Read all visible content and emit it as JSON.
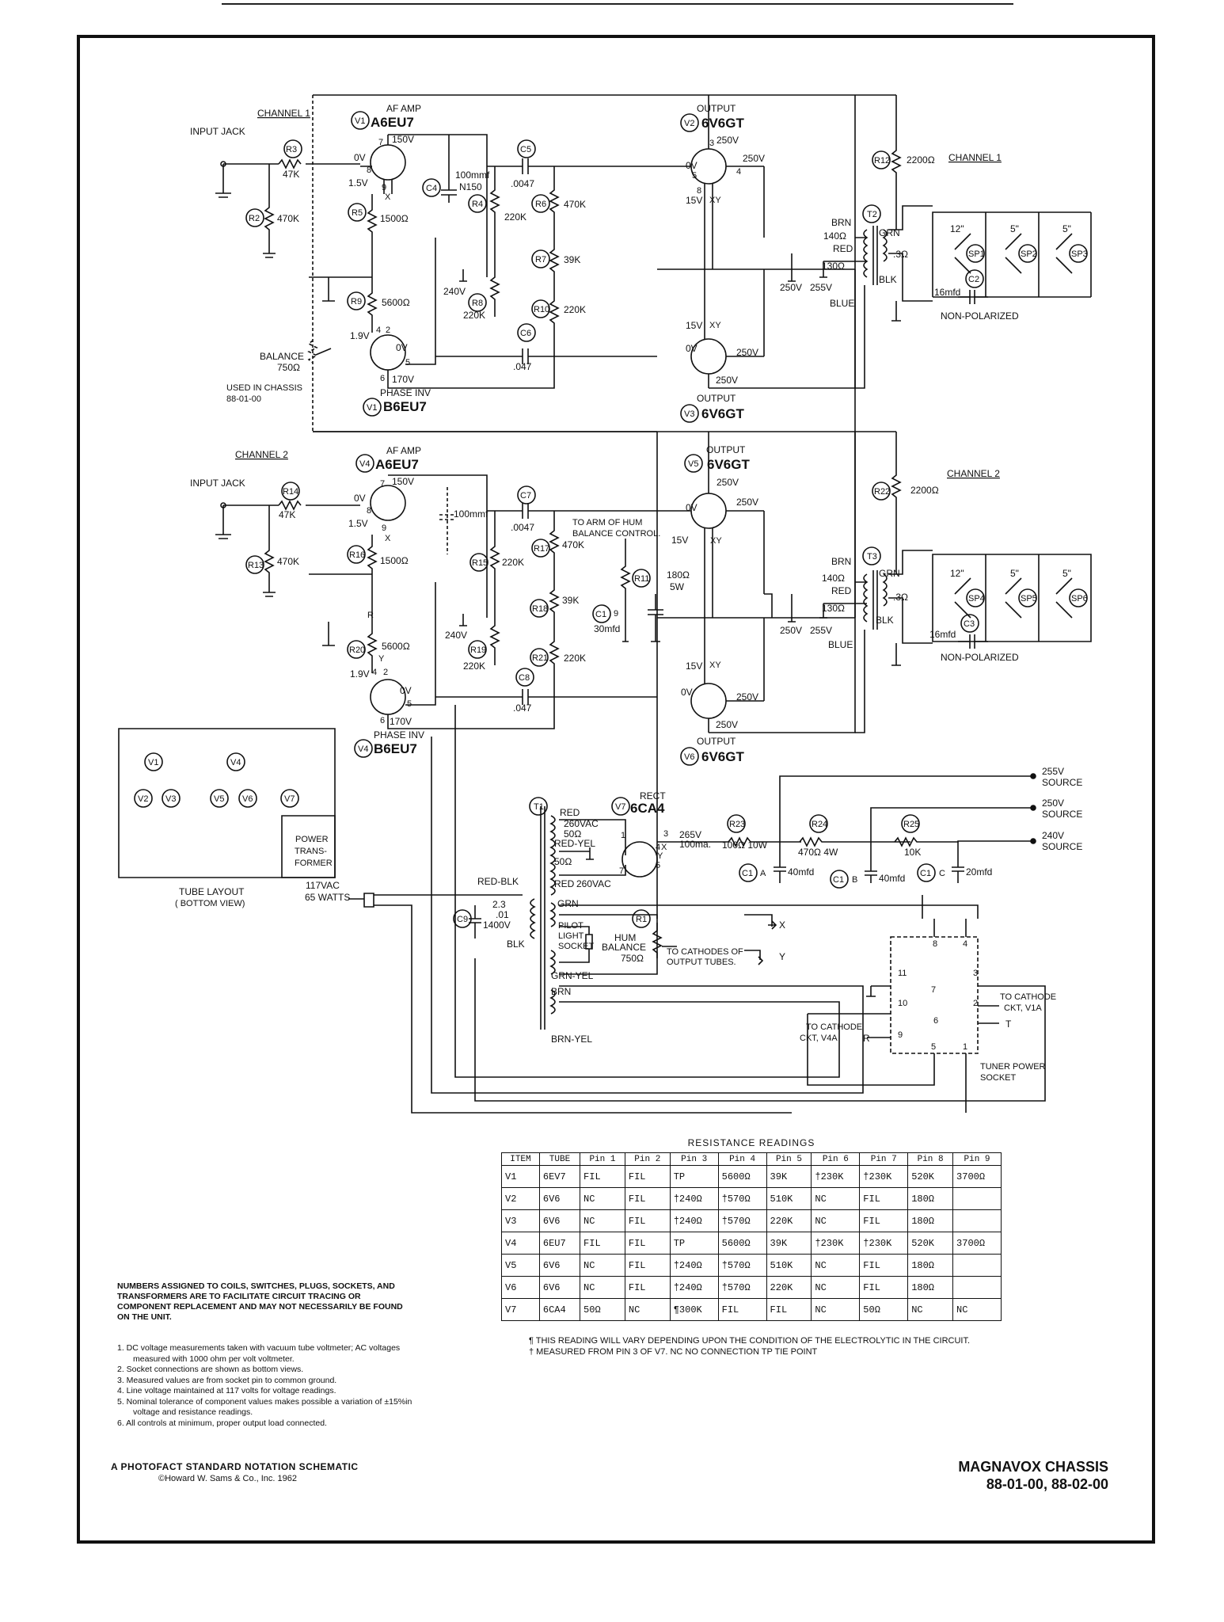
{
  "labels": {
    "channel1": "CHANNEL 1",
    "channel2": "CHANNEL 2",
    "input_jack1": "INPUT JACK",
    "input_jack2": "INPUT JACK",
    "af_amp1": "AF AMP",
    "af_amp2": "AF AMP",
    "tube_v1a": "A6EU7",
    "tube_v4a": "A6EU7",
    "phase_inv1": "PHASE INV",
    "phase_inv2": "PHASE INV",
    "tube_v1b": "B6EU7",
    "tube_v4b": "B6EU7",
    "output": "OUTPUT",
    "tube_6v6": "6V6GT",
    "rect": "RECT",
    "tube_6ca4": "6CA4",
    "balance": "BALANCE",
    "balance_val": "750Ω",
    "used_in_chassis": "USED IN CHASSIS",
    "used_in_chassis2": "88-01-00",
    "to_arm": "TO ARM OF HUM",
    "to_arm2": "BALANCE CONTROL.",
    "non_polarized": "NON-POLARIZED",
    "tube_layout": "TUBE LAYOUT",
    "bottom_view": "( BOTTOM VIEW)",
    "power_transformer": [
      "POWER",
      "TRANS-",
      "FORMER"
    ],
    "line_voltage": "117VAC",
    "line_watts": "65 WATTS",
    "pilot": [
      "PILOT",
      "LIGHT",
      "SOCKET"
    ],
    "hum_balance": [
      "HUM",
      "BALANCE"
    ],
    "hum_balance_val": "750Ω",
    "to_cathodes": [
      "TO CATHODES OF",
      "OUTPUT TUBES."
    ],
    "to_cathode_v1a": [
      "TO CATHODE",
      "CKT, V1A"
    ],
    "to_cathode_v4a": [
      "TO CATHODE",
      "CKT, V4A"
    ],
    "tuner_socket": [
      "TUNER POWER",
      "SOCKET"
    ],
    "source_255": [
      "255V",
      "SOURCE"
    ],
    "source_250": [
      "250V",
      "SOURCE"
    ],
    "source_240": [
      "240V",
      "SOURCE"
    ],
    "speakers": [
      "12\"",
      "5\"",
      "5\""
    ]
  },
  "refs": {
    "v1": "V1",
    "v2": "V2",
    "v3": "V3",
    "v4": "V4",
    "v5": "V5",
    "v6": "V6",
    "v7": "V7",
    "r1": "R1",
    "r2": "R2",
    "r3": "R3",
    "r4": "R4",
    "r5": "R5",
    "r6": "R6",
    "r7": "R7",
    "r8": "R8",
    "r9": "R9",
    "r10": "R10",
    "r11": "R11",
    "r12": "R12",
    "r13": "R13",
    "r14": "R14",
    "r15": "R15",
    "r16": "R16",
    "r17": "R17",
    "r18": "R18",
    "r19": "R19",
    "r20": "R20",
    "r21": "R21",
    "r22": "R22",
    "r23": "R23",
    "r24": "R24",
    "r25": "R25",
    "c1": "C1",
    "c2": "C2",
    "c3": "C3",
    "c4": "C4",
    "c5": "C5",
    "c6": "C6",
    "c7": "C7",
    "c8": "C8",
    "c9": "C9",
    "t1": "T1",
    "t2": "T2",
    "t3": "T3",
    "sp1": "SP1",
    "sp2": "SP2",
    "sp3": "SP3",
    "sp4": "SP4",
    "sp5": "SP5",
    "sp6": "SP6"
  },
  "values": {
    "r3": "47K",
    "r2": "470K",
    "r14": "47K",
    "r13": "470K",
    "r5": "1500Ω",
    "r16": "1500Ω",
    "r9": "5600Ω",
    "r20": "5600Ω",
    "r4": "220K",
    "r15": "220K",
    "r6": "470K",
    "r17": "470K",
    "r7": "39K",
    "r18": "39K",
    "r10": "220K",
    "r21": "220K",
    "r8": "220K",
    "r19": "220K",
    "r12": "2200Ω",
    "r22": "2200Ω",
    "r11": [
      "180Ω",
      "5W"
    ],
    "c1d": "30mfd",
    "c4": [
      "100mmf",
      "N150"
    ],
    "c4b": "100mmf",
    "c5": ".0047",
    "c7": ".0047",
    "c6": ".047",
    "c8": ".047",
    "c2": "16mfd",
    "c3": "16mfd",
    "r23": "100Ω 10W",
    "r24": "470Ω 4W",
    "r25": "10K",
    "c1a": "40mfd",
    "c1b": "40mfd",
    "c1c": "20mfd",
    "r23_cur": "100ma.",
    "v_265": "265V",
    "c9": [
      "2.3",
      ".01",
      "1400V"
    ]
  },
  "voltages": {
    "v150": "150V",
    "v170": "170V",
    "v0": "0V",
    "v15": "1.5V",
    "v19": "1.9V",
    "v250": "250V",
    "v15n": "15V",
    "v240": "240V",
    "v255": "255V",
    "ohm140": "140Ω",
    "ohm130": "130Ω",
    "ohm3": ".3Ω",
    "ohm50": "50Ω",
    "v260": "260VAC",
    "v260b": "260VAC"
  },
  "wires": {
    "brn": "BRN",
    "red": "RED",
    "grn": "GRN",
    "blk": "BLK",
    "blue": "BLUE",
    "redyel": "RED-YEL",
    "redblk": "RED-BLK",
    "grnyel": "GRN-YEL",
    "brnyel": "BRN-YEL",
    "red_t1": "RED",
    "red_t1b": "RED"
  },
  "pins": {
    "p1": "1",
    "p2": "2",
    "p3": "3",
    "p4": "4",
    "p5": "5",
    "p6": "6",
    "p7": "7",
    "p8": "8",
    "p9": "9",
    "xy": "XY",
    "x": "X",
    "y": "Y",
    "t": "T",
    "r": "R"
  },
  "tuner_pins": [
    "8",
    "4",
    "11",
    "7",
    "3",
    "10",
    "2",
    "6",
    "9",
    "5",
    "1"
  ],
  "resistance": {
    "title": "RESISTANCE READINGS",
    "headers": [
      "ITEM",
      "TUBE",
      "Pin 1",
      "Pin 2",
      "Pin 3",
      "Pin 4",
      "Pin 5",
      "Pin 6",
      "Pin 7",
      "Pin 8",
      "Pin 9"
    ],
    "rows": [
      [
        "V1",
        "6EV7",
        "FIL",
        "FIL",
        "TP",
        "5600Ω",
        "39K",
        "†230K",
        "†230K",
        "520K",
        "3700Ω"
      ],
      [
        "V2",
        "6V6",
        "NC",
        "FIL",
        "†240Ω",
        "†570Ω",
        "510K",
        "NC",
        "FIL",
        "180Ω",
        ""
      ],
      [
        "V3",
        "6V6",
        "NC",
        "FIL",
        "†240Ω",
        "†570Ω",
        "220K",
        "NC",
        "FIL",
        "180Ω",
        ""
      ],
      [
        "V4",
        "6EU7",
        "FIL",
        "FIL",
        "TP",
        "5600Ω",
        "39K",
        "†230K",
        "†230K",
        "520K",
        "3700Ω"
      ],
      [
        "V5",
        "6V6",
        "NC",
        "FIL",
        "†240Ω",
        "†570Ω",
        "510K",
        "NC",
        "FIL",
        "180Ω",
        ""
      ],
      [
        "V6",
        "6V6",
        "NC",
        "FIL",
        "†240Ω",
        "†570Ω",
        "220K",
        "NC",
        "FIL",
        "180Ω",
        ""
      ],
      [
        "V7",
        "6CA4",
        "50Ω",
        "NC",
        "¶300K",
        "FIL",
        "FIL",
        "NC",
        "50Ω",
        "NC",
        "NC"
      ]
    ],
    "footnotes": [
      "¶    THIS READING WILL VARY DEPENDING UPON THE CONDITION OF THE ELECTROLYTIC IN THE CIRCUIT.",
      "†    MEASURED FROM PIN 3 OF V7.                     NC   NO CONNECTION                        TP   TIE POINT"
    ]
  },
  "notes_intro": "NUMBERS ASSIGNED TO COILS, SWITCHES, PLUGS, SOCKETS, AND TRANSFORMERS ARE TO FACILITATE CIRCUIT TRACING OR COMPONENT REPLACEMENT AND MAY NOT NECESSARILY BE FOUND ON THE UNIT.",
  "notes": [
    "1.  DC voltage measurements taken with vacuum tube voltmeter; AC voltages measured with 1000 ohm per volt voltmeter.",
    "2.  Socket connections are shown as bottom views.",
    "3.  Measured values are from socket pin to common ground.",
    "4.  Line voltage maintained at 117 volts for voltage readings.",
    "5.  Nominal tolerance of component values makes possible a variation of ±15%in voltage and resistance readings.",
    "6.  All controls at minimum, proper output load connected."
  ],
  "footer": {
    "photofact": "A PHOTOFACT STANDARD NOTATION SCHEMATIC",
    "copyright": "©Howard W. Sams & Co., Inc. 1962",
    "model1": "MAGNAVOX CHASSIS",
    "model2": "88-01-00, 88-02-00"
  }
}
